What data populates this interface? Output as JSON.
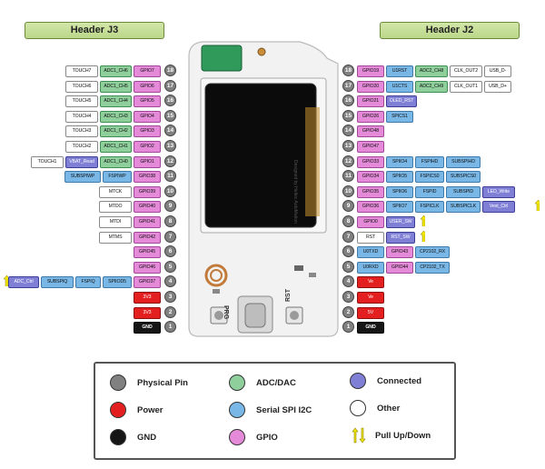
{
  "headers": {
    "left": "Header J3",
    "right": "Header J2"
  },
  "board": {
    "prg_label": "PRG",
    "rst_label": "RST",
    "silk_text": "Designed by Heltec AutoMation"
  },
  "header_j3": [
    {
      "pin": "18",
      "labels": [
        [
          "white",
          "TOUCH7"
        ],
        [
          "green",
          "ADC1_CH6"
        ],
        [
          "pink",
          "GPIO7"
        ]
      ]
    },
    {
      "pin": "17",
      "labels": [
        [
          "white",
          "TOUCH6"
        ],
        [
          "green",
          "ADC1_CH5"
        ],
        [
          "pink",
          "GPIO6"
        ]
      ]
    },
    {
      "pin": "16",
      "labels": [
        [
          "white",
          "TOUCH5"
        ],
        [
          "green",
          "ADC1_CH4"
        ],
        [
          "pink",
          "GPIO5"
        ]
      ]
    },
    {
      "pin": "15",
      "labels": [
        [
          "white",
          "TOUCH4"
        ],
        [
          "green",
          "ADC1_CH3"
        ],
        [
          "pink",
          "GPIO4"
        ]
      ]
    },
    {
      "pin": "14",
      "labels": [
        [
          "white",
          "TOUCH3"
        ],
        [
          "green",
          "ADC1_CH2"
        ],
        [
          "pink",
          "GPIO3"
        ]
      ]
    },
    {
      "pin": "13",
      "labels": [
        [
          "white",
          "TOUCH2"
        ],
        [
          "green",
          "ADC1_CH1"
        ],
        [
          "pink",
          "GPIO2"
        ]
      ]
    },
    {
      "pin": "12",
      "labels": [
        [
          "white",
          "TOUCH1"
        ],
        [
          "purple",
          "VBAT_Read"
        ],
        [
          "green",
          "ADC1_CH0"
        ],
        [
          "pink",
          "GPIO1"
        ]
      ]
    },
    {
      "pin": "11",
      "labels": [
        [
          "blue",
          "SUBSPIWP"
        ],
        [
          "blue",
          "FSPIWP"
        ],
        [
          "pink",
          "GPIO38"
        ]
      ]
    },
    {
      "pin": "10",
      "labels": [
        [
          "white",
          "MTCK"
        ],
        [
          "pink",
          "GPIO39"
        ]
      ]
    },
    {
      "pin": "9",
      "labels": [
        [
          "white",
          "MTDO"
        ],
        [
          "pink",
          "GPIO40"
        ]
      ]
    },
    {
      "pin": "8",
      "labels": [
        [
          "white",
          "MTDI"
        ],
        [
          "pink",
          "GPIO41"
        ]
      ]
    },
    {
      "pin": "7",
      "labels": [
        [
          "white",
          "MTMS"
        ],
        [
          "pink",
          "GPIO42"
        ]
      ]
    },
    {
      "pin": "6",
      "labels": [
        [
          "pink",
          "GPIO45"
        ]
      ]
    },
    {
      "pin": "5",
      "labels": [
        [
          "pink",
          "GPIO46"
        ]
      ]
    },
    {
      "pin": "4",
      "labels": [
        [
          "purple",
          "ADC_Ctrl"
        ],
        [
          "blue",
          "SUBSPIQ"
        ],
        [
          "blue",
          "FSPIQ"
        ],
        [
          "blue",
          "SPIIOD5"
        ],
        [
          "pink",
          "GPIO37"
        ]
      ]
    },
    {
      "pin": "3",
      "labels": [
        [
          "red",
          "3V3"
        ]
      ]
    },
    {
      "pin": "2",
      "labels": [
        [
          "red",
          "3V3"
        ]
      ]
    },
    {
      "pin": "1",
      "labels": [
        [
          "black",
          "GND"
        ]
      ]
    }
  ],
  "header_j2": [
    {
      "pin": "18",
      "labels": [
        [
          "pink",
          "GPIO19"
        ],
        [
          "blue",
          "U1RST"
        ],
        [
          "green",
          "ADC2_CH8"
        ],
        [
          "white",
          "CLK_OUT2"
        ],
        [
          "white",
          "USB_D-"
        ]
      ]
    },
    {
      "pin": "17",
      "labels": [
        [
          "pink",
          "GPIO20"
        ],
        [
          "blue",
          "U1CTS"
        ],
        [
          "green",
          "ADC2_CH9"
        ],
        [
          "white",
          "CLK_OUT1"
        ],
        [
          "white",
          "USB_D+"
        ]
      ]
    },
    {
      "pin": "16",
      "labels": [
        [
          "pink",
          "GPIO21"
        ],
        [
          "purple",
          "OLED_RST"
        ]
      ]
    },
    {
      "pin": "15",
      "labels": [
        [
          "pink",
          "GPIO26"
        ],
        [
          "blue",
          "SPICS1"
        ]
      ]
    },
    {
      "pin": "14",
      "labels": [
        [
          "pink",
          "GPIO48"
        ]
      ]
    },
    {
      "pin": "13",
      "labels": [
        [
          "pink",
          "GPIO47"
        ]
      ]
    },
    {
      "pin": "12",
      "labels": [
        [
          "pink",
          "GPIO33"
        ],
        [
          "blue",
          "SPIIO4"
        ],
        [
          "blue",
          "FSPIHD"
        ],
        [
          "blue",
          "SUBSPIHD"
        ]
      ]
    },
    {
      "pin": "11",
      "labels": [
        [
          "pink",
          "GPIO34"
        ],
        [
          "blue",
          "SPIIO5"
        ],
        [
          "blue",
          "FSPICS0"
        ],
        [
          "blue",
          "SUBSPICS0"
        ]
      ]
    },
    {
      "pin": "10",
      "labels": [
        [
          "pink",
          "GPIO35"
        ],
        [
          "blue",
          "SPIIO6"
        ],
        [
          "blue",
          "FSPID"
        ],
        [
          "blue",
          "SUBSPID"
        ],
        [
          "purple",
          "LED_Write"
        ]
      ]
    },
    {
      "pin": "9",
      "labels": [
        [
          "pink",
          "GPIO36"
        ],
        [
          "blue",
          "SPIIO7"
        ],
        [
          "blue",
          "FSPICLK"
        ],
        [
          "blue",
          "SUBSPICLK"
        ],
        [
          "purple",
          "Vext_Ctrl"
        ]
      ]
    },
    {
      "pin": "8",
      "labels": [
        [
          "pink",
          "GPIO0"
        ],
        [
          "purple",
          "USER_SW"
        ]
      ]
    },
    {
      "pin": "7",
      "labels": [
        [
          "white",
          "RST"
        ],
        [
          "purple",
          "RST_SW"
        ]
      ]
    },
    {
      "pin": "6",
      "labels": [
        [
          "blue",
          "U0TXD"
        ],
        [
          "pink",
          "GPIO43"
        ],
        [
          "blue",
          "CP2102_RX"
        ]
      ]
    },
    {
      "pin": "5",
      "labels": [
        [
          "blue",
          "U0RXD"
        ],
        [
          "pink",
          "GPIO44"
        ],
        [
          "blue",
          "CP2102_TX"
        ]
      ]
    },
    {
      "pin": "4",
      "labels": [
        [
          "red",
          "Ve"
        ]
      ]
    },
    {
      "pin": "3",
      "labels": [
        [
          "red",
          "Ve"
        ]
      ]
    },
    {
      "pin": "2",
      "labels": [
        [
          "red",
          "5V"
        ]
      ]
    },
    {
      "pin": "1",
      "labels": [
        [
          "black",
          "GND"
        ]
      ]
    }
  ],
  "legend": {
    "physical_pin": "Physical Pin",
    "power": "Power",
    "gnd": "GND",
    "adc_dac": "ADC/DAC",
    "serial": "Serial SPI I2C",
    "gpio": "GPIO",
    "connected": "Connected",
    "other": "Other",
    "pull": "Pull Up/Down"
  },
  "colors": {
    "physical_pin": "#808080",
    "power": "#e41f1f",
    "gnd": "#151515",
    "adc": "#8fcf9c",
    "serial": "#79b7e6",
    "gpio": "#e48ad8",
    "connected": "#7f7fd6",
    "other": "#ffffff",
    "pull": "#f2e600"
  }
}
